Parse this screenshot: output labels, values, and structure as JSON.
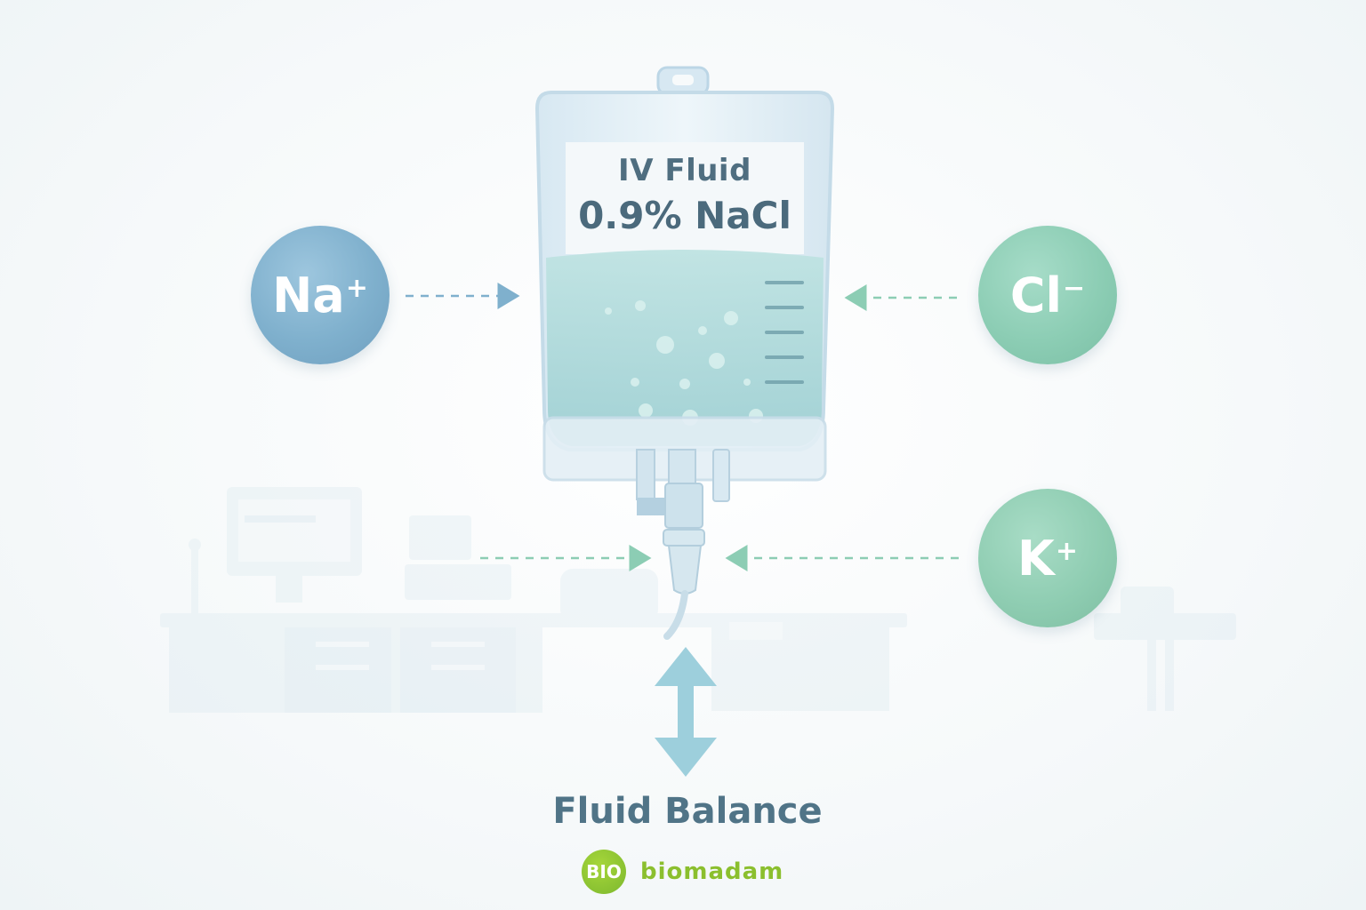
{
  "bag": {
    "label_line1": "IV Fluid",
    "label_line2": "0.9% NaCl"
  },
  "ions": {
    "na": {
      "symbol": "Na",
      "charge": "+"
    },
    "cl": {
      "symbol": "Cl",
      "charge": "−"
    },
    "k": {
      "symbol": "K",
      "charge": "+"
    }
  },
  "caption": "Fluid Balance",
  "logo": {
    "badge": "BIO",
    "text": "biomadam"
  },
  "colors": {
    "sodium": "#7fb0cd",
    "chloride": "#8ccdb4",
    "potassium": "#8fcdb2",
    "fluid": "#a9d8d8",
    "text": "#4f6e80",
    "brand": "#8bbf2e"
  }
}
